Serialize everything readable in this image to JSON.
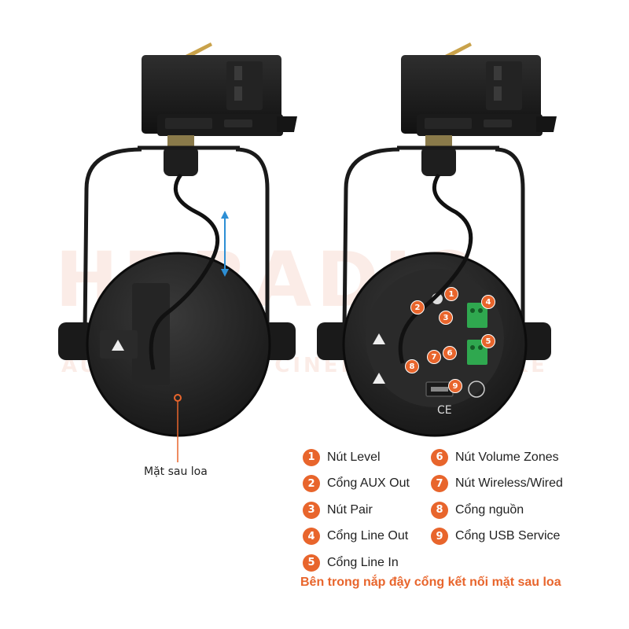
{
  "watermark": {
    "brand": "HDRADIO",
    "tagline": "AUDIO - HOME CINEMA - KARAOKE"
  },
  "left_view": {
    "caption": "Mặt sau loa"
  },
  "markers": [
    "1",
    "2",
    "3",
    "4",
    "5",
    "6",
    "7",
    "8",
    "9"
  ],
  "legend": {
    "items": [
      {
        "num": "1",
        "label": "Nút Level"
      },
      {
        "num": "2",
        "label": "Cổng AUX Out"
      },
      {
        "num": "3",
        "label": "Nút Pair"
      },
      {
        "num": "4",
        "label": "Cổng Line Out"
      },
      {
        "num": "5",
        "label": "Cổng Line In"
      },
      {
        "num": "6",
        "label": "Nút Volume Zones"
      },
      {
        "num": "7",
        "label": "Nút Wireless/Wired"
      },
      {
        "num": "8",
        "label": "Cổng nguồn"
      },
      {
        "num": "9",
        "label": "Cổng USB Service"
      }
    ]
  },
  "footer_note": "Bên trong nắp đậy cổng kết nối mặt sau loa",
  "colors": {
    "accent": "#e8652c",
    "body": "#1c1c1c",
    "terminal": "#2fa84f",
    "arrow": "#2d8fd5"
  }
}
